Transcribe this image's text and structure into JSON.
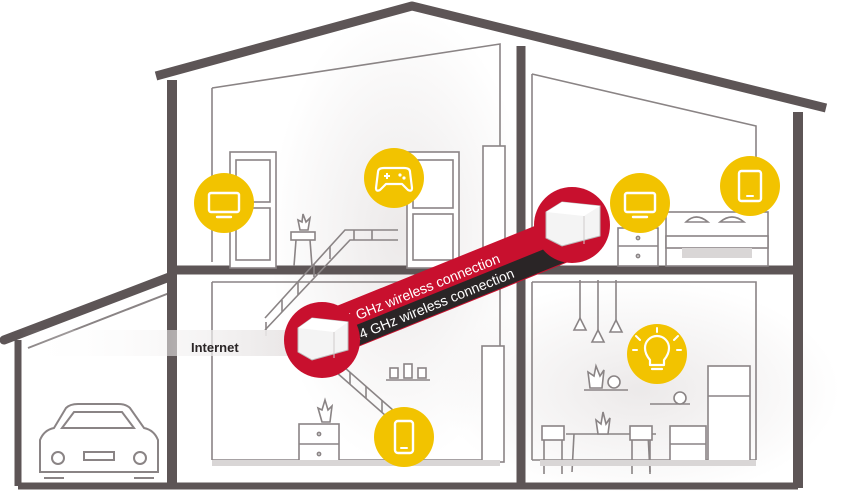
{
  "labels": {
    "internet": "Internet",
    "band_5ghz": "5 GHz wireless connection",
    "band_24ghz": "2.4 GHz wireless connection"
  },
  "colors": {
    "wall": "#5d5556",
    "interior_line": "#8a8485",
    "accent_red": "#c8102e",
    "dark_band": "#2a2526",
    "icon_yellow": "#f2c300",
    "node_white": "#f4f4f4"
  },
  "icons": [
    {
      "id": "tv-icon-left",
      "name": "tv-icon"
    },
    {
      "id": "gamepad-icon",
      "name": "gamepad-icon"
    },
    {
      "id": "tv-icon-right",
      "name": "tv-icon"
    },
    {
      "id": "tablet-icon",
      "name": "tablet-icon"
    },
    {
      "id": "lightbulb-icon",
      "name": "lightbulb-icon"
    },
    {
      "id": "phone-icon",
      "name": "smartphone-icon"
    }
  ]
}
